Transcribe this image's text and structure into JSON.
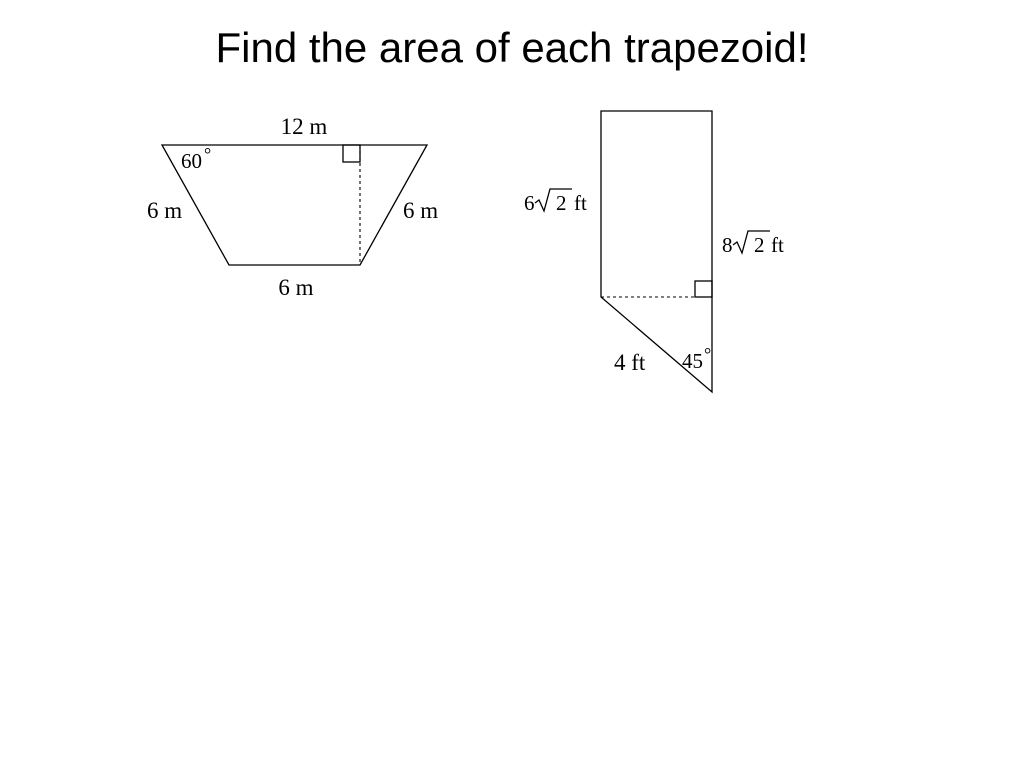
{
  "title": "Find the area of each trapezoid!",
  "trapezoid_1": {
    "top_base": "12 m",
    "bottom_base": "6 m",
    "left_side": "6 m",
    "right_side": "6 m",
    "angle": "60",
    "degree_symbol": "°"
  },
  "trapezoid_2": {
    "left_side_coef": "6",
    "left_side_radicand": "2",
    "left_side_unit": "ft",
    "right_side_coef": "8",
    "right_side_radicand": "2",
    "right_side_unit": "ft",
    "slant_side": "4 ft",
    "angle": "45",
    "degree_symbol": "°"
  }
}
